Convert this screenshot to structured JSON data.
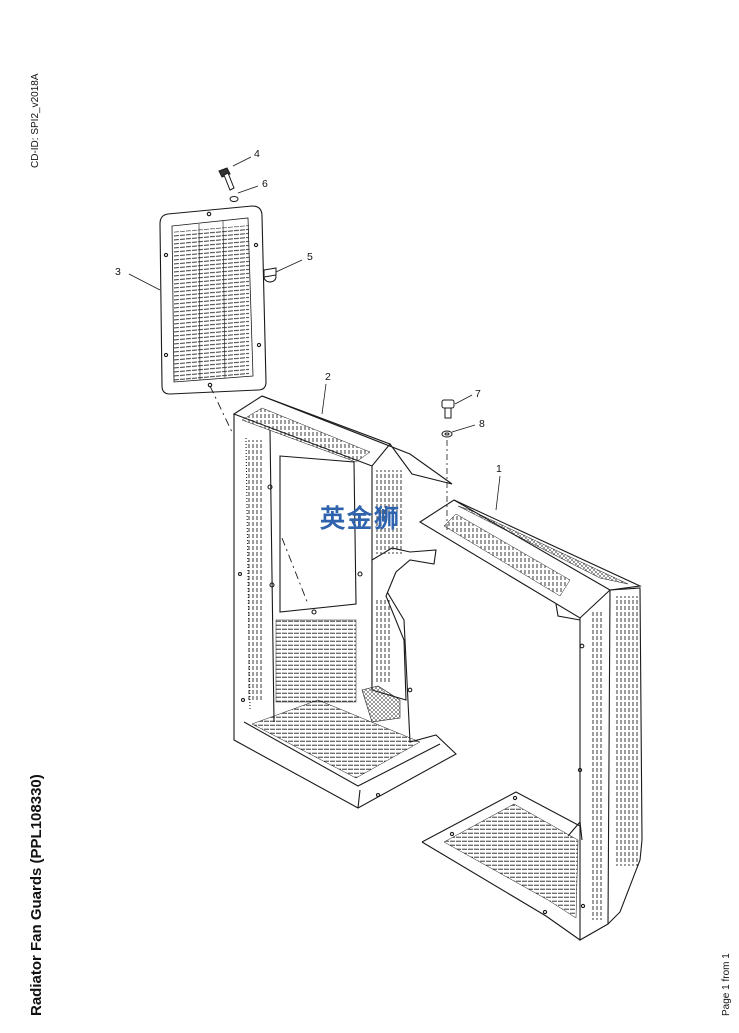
{
  "sheet": {
    "title": "Radiator Fan Guards (PPL108330)",
    "cd_id": "CD-ID: SPI2_v2018A",
    "page_label": "Page 1 from 1"
  },
  "callouts": [
    "1",
    "2",
    "3",
    "4",
    "5",
    "6",
    "7",
    "8"
  ],
  "watermark": "英金狮",
  "colors": {
    "line": "#1a1a1a",
    "watermark": "#2f63ad",
    "background": "#ffffff"
  }
}
